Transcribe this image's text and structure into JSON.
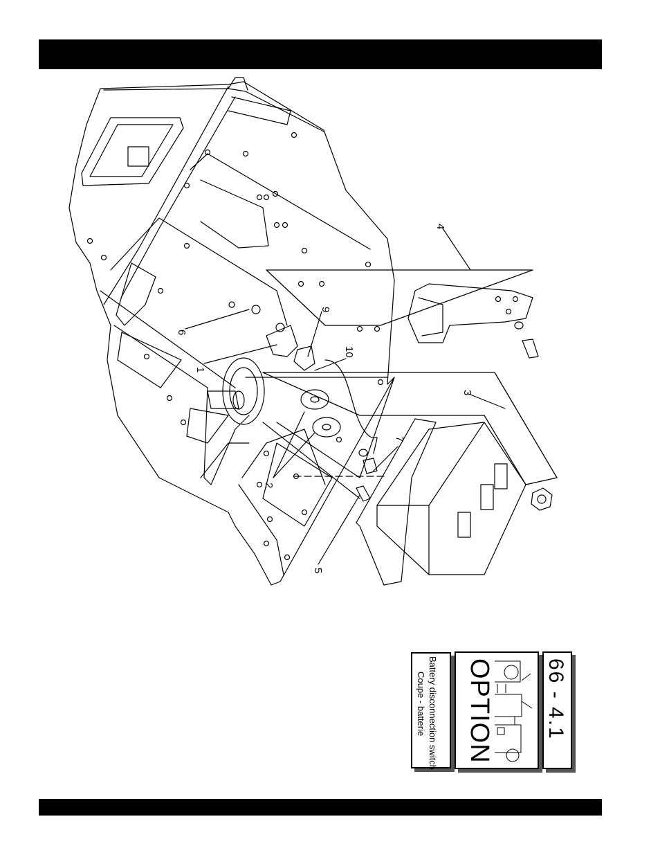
{
  "callouts": [
    "1",
    "2",
    "3",
    "4",
    "5",
    "6",
    "7",
    "9",
    "10"
  ],
  "label_block": {
    "description_en": "Battery disconnection switch",
    "description_fr": "Coupe - batterie",
    "option_label": "OPTION",
    "section_code": "66 - 4.1"
  }
}
